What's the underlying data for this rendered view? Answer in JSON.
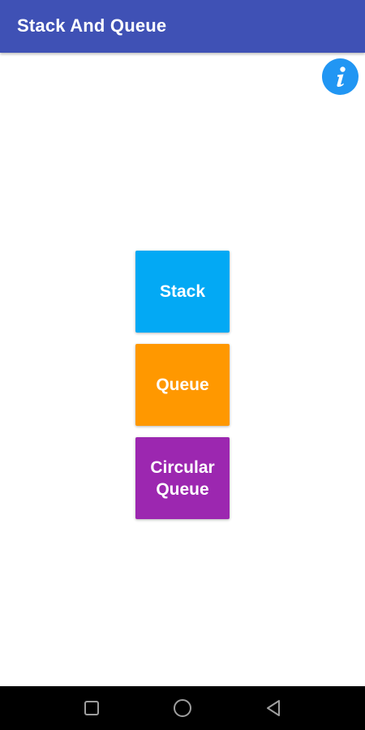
{
  "app_bar": {
    "title": "Stack And Queue"
  },
  "info": {
    "icon": "info-icon"
  },
  "menu": {
    "stack_label": "Stack",
    "queue_label": "Queue",
    "circular_queue_label": "Circular\nQueue"
  },
  "colors": {
    "app_bar": "#3f51b5",
    "info_button": "#2196f3",
    "stack_tile": "#03a9f4",
    "queue_tile": "#ff9800",
    "circular_queue_tile": "#9c27b0",
    "nav_bar": "#000000"
  },
  "nav": {
    "recents_icon": "square-recents-icon",
    "home_icon": "circle-home-icon",
    "back_icon": "triangle-back-icon"
  }
}
